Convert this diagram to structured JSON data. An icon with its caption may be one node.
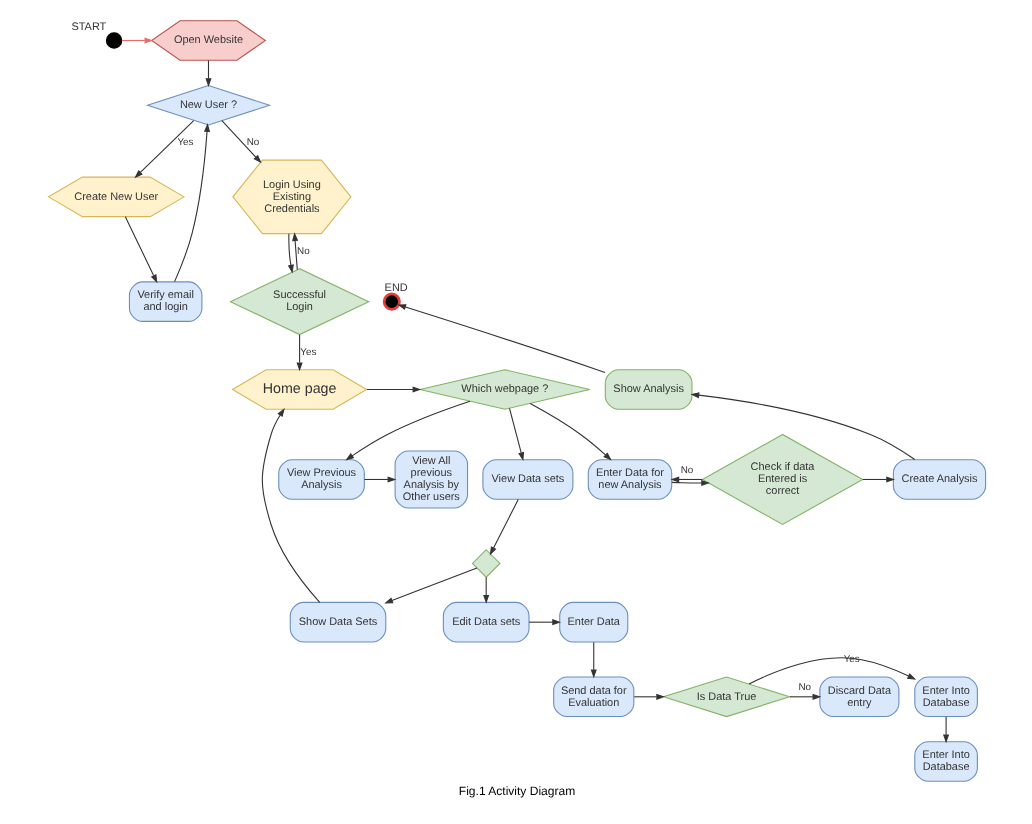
{
  "diagram": {
    "caption": "Fig.1 Activity Diagram",
    "nodes": [
      {
        "text": [],
        "shape": "circle",
        "beside": [
          "START"
        ]
      },
      {
        "text": [
          "Open Website"
        ]
      },
      {
        "text": [
          "New User ?"
        ]
      },
      {
        "text": [
          "Create New User"
        ]
      },
      {
        "text": [
          "Login Using Existing Credentials"
        ]
      },
      {
        "text": [
          "Verify email and login"
        ]
      },
      {
        "text": [
          "View All previous Analysis by Other users"
        ]
      },
      {
        "text": [],
        "shape": "circle",
        "beside": [
          "END"
        ]
      },
      {
        "text": [
          "Show Analysis"
        ]
      },
      {
        "text": [
          "Enter Into Database"
        ]
      },
      {
        "text": [
          "View Previous Analysis"
        ]
      },
      {
        "text": [
          "Successful Login"
        ]
      },
      {
        "text": [
          "Enter Data for new Analysis"
        ]
      },
      {
        "text": [
          "Check if data Entered is correct"
        ]
      },
      {
        "text": [
          "Create Analysis"
        ]
      },
      {
        "text": [
          "Enter Into Database"
        ]
      },
      {
        "text": [
          "Home page"
        ]
      },
      {
        "text": [
          "Which webpage ?"
        ]
      },
      {
        "text": [
          "View Data sets"
        ]
      },
      {
        "text": [
          "Edit Data sets"
        ]
      },
      {
        "text": [
          "Enter Data"
        ]
      },
      {
        "text": [],
        "shape": "diamond"
      },
      {
        "text": [
          "Show Data Sets"
        ]
      },
      {
        "text": [
          "Send data for Evaluation"
        ]
      },
      {
        "text": [
          "Is Data True"
        ]
      },
      {
        "text": [
          "Discard Data entry"
        ]
      }
    ],
    "edges": [
      {
        "from": 0,
        "to": 1,
        "arrow": "to",
        "color": "#ea6b66"
      },
      {
        "from": 1,
        "to": 2,
        "arrow": "to"
      },
      {
        "from": 2,
        "to": 3,
        "arrow": "to",
        "label": "Yes"
      },
      {
        "from": 2,
        "to": 4,
        "arrow": "to",
        "label": "No"
      },
      {
        "from": 3,
        "to": 5,
        "arrow": "to"
      },
      {
        "from": 5,
        "to": 2,
        "arrow": "to"
      },
      {
        "from": 4,
        "to": 11,
        "arrow": "to"
      },
      {
        "from": 11,
        "to": 4,
        "arrow": "to",
        "label": "No"
      },
      {
        "from": 11,
        "to": 16,
        "arrow": "to",
        "label": "Yes"
      },
      {
        "from": 16,
        "to": 17,
        "arrow": "to"
      },
      {
        "from": 17,
        "to": 10,
        "arrow": "to"
      },
      {
        "from": 17,
        "to": 12,
        "arrow": "to"
      },
      {
        "from": 17,
        "to": 18,
        "arrow": "to"
      },
      {
        "from": 10,
        "to": 6,
        "arrow": "to"
      },
      {
        "from": 12,
        "to": 13,
        "arrow": "to"
      },
      {
        "from": 13,
        "to": 12,
        "arrow": "to",
        "label": "No"
      },
      {
        "from": 13,
        "to": 14,
        "arrow": "to"
      },
      {
        "from": 14,
        "to": 8,
        "arrow": "to"
      },
      {
        "from": 8,
        "to": 7,
        "arrow": "to"
      },
      {
        "from": 18,
        "to": 21,
        "arrow": "to"
      },
      {
        "from": 21,
        "to": 19,
        "arrow": "to"
      },
      {
        "from": 21,
        "to": 22,
        "arrow": "to"
      },
      {
        "from": 19,
        "to": 20,
        "arrow": "to"
      },
      {
        "from": 20,
        "to": 23,
        "arrow": "to"
      },
      {
        "from": 22,
        "to": 16,
        "arrow": "to"
      },
      {
        "from": 23,
        "to": 24,
        "arrow": "to"
      },
      {
        "from": 24,
        "to": 15,
        "arrow": "to",
        "label": "Yes"
      },
      {
        "from": 24,
        "to": 25,
        "arrow": "to",
        "label": "No"
      },
      {
        "from": 15,
        "to": 9,
        "arrow": "to"
      }
    ]
  }
}
